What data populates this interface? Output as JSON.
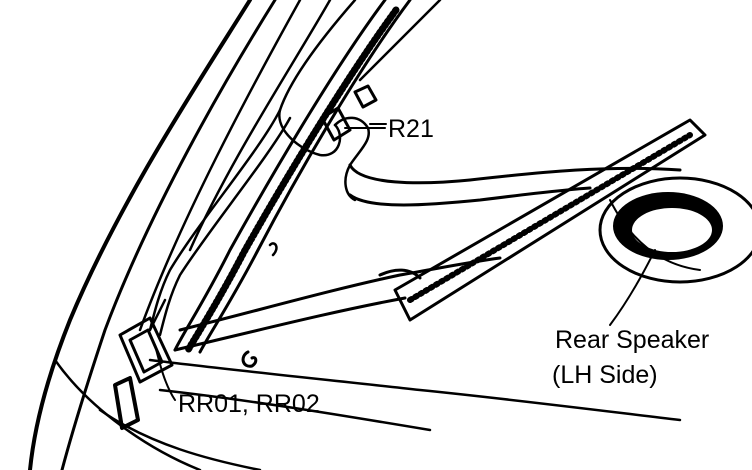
{
  "callouts": {
    "r21": "R21",
    "rr01_rr02": "RR01, RR02",
    "rear_speaker_line1": "Rear Speaker",
    "rear_speaker_line2": "(LH Side)"
  },
  "colors": {
    "ink": "#000000",
    "paper": "#ffffff"
  }
}
